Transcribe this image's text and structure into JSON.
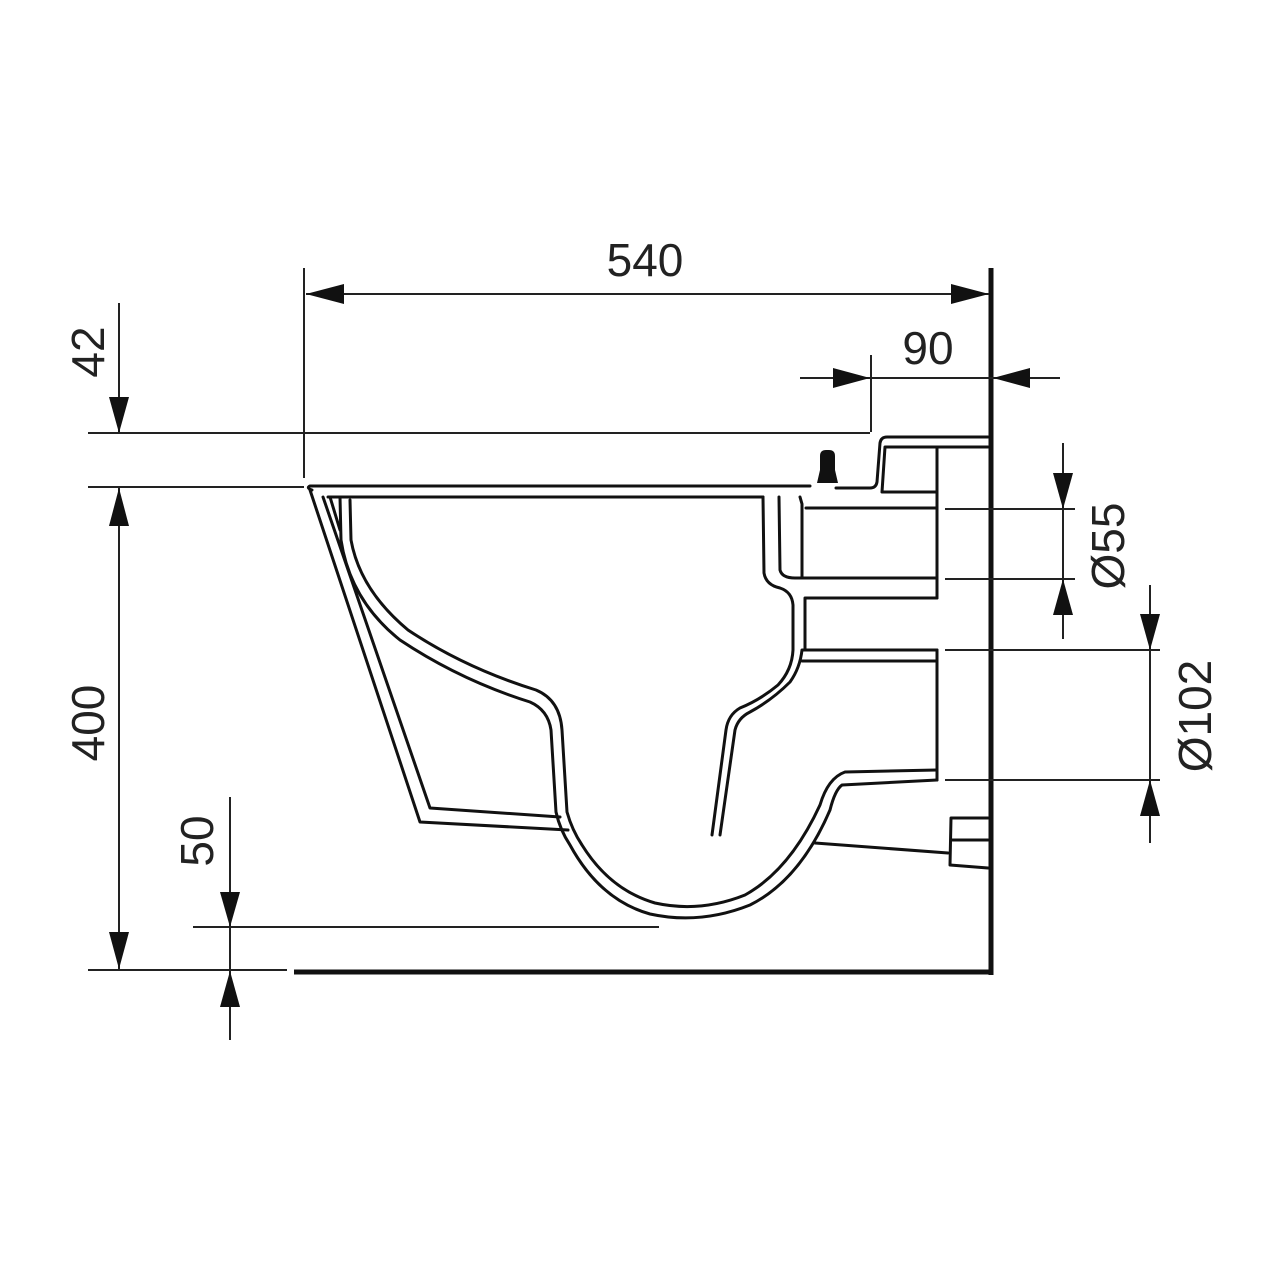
{
  "drawing": {
    "subject": "Wall-hung toilet side elevation",
    "line_color": "#111111",
    "background": "#ffffff"
  },
  "dimensions": {
    "overall_length": {
      "value": "540",
      "orientation": "horizontal"
    },
    "wall_offset": {
      "value": "90",
      "orientation": "horizontal"
    },
    "rim_to_top": {
      "value": "42",
      "orientation": "vertical"
    },
    "rim_height": {
      "value": "400",
      "orientation": "vertical"
    },
    "bottom_clearance": {
      "value": "50",
      "orientation": "vertical"
    },
    "inlet_diameter": {
      "value": "Ø55",
      "orientation": "vertical"
    },
    "outlet_diameter": {
      "value": "Ø102",
      "orientation": "vertical"
    }
  }
}
